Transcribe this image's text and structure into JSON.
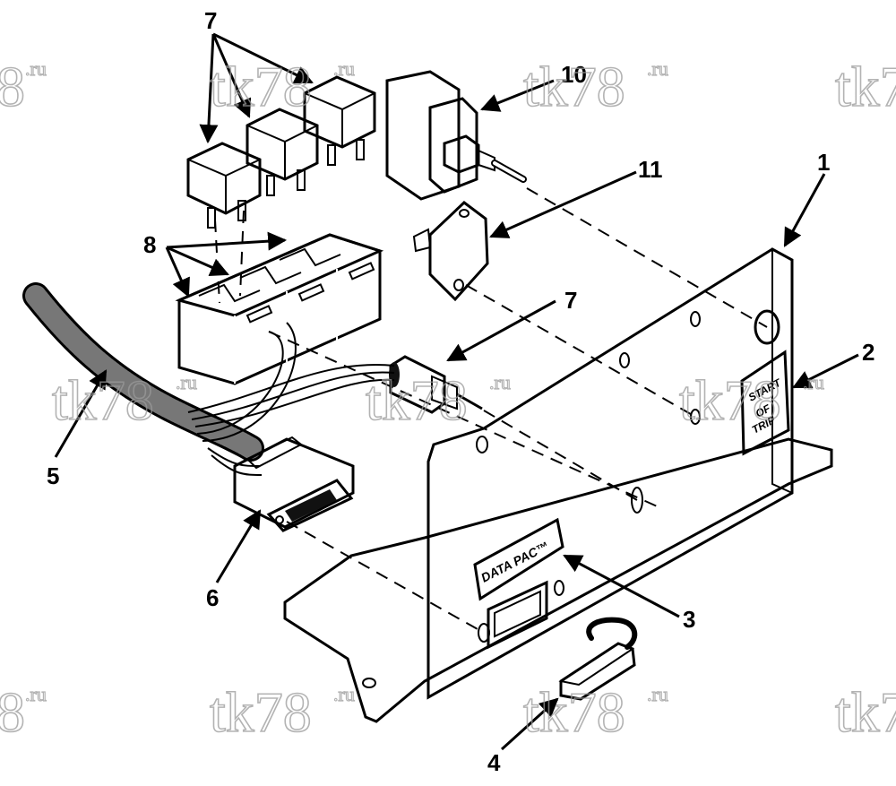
{
  "callouts": {
    "c1": "1",
    "c2": "2",
    "c3": "3",
    "c4": "4",
    "c5": "5",
    "c6": "6",
    "c7a": "7",
    "c7b": "7",
    "c8": "8",
    "c10": "10",
    "c11": "11"
  },
  "labels": {
    "data_pac": "DATA  PAC™",
    "start_line1": "START",
    "start_line2": "OF",
    "start_line3": "TRIP"
  },
  "watermark": {
    "text": "tk78",
    "suffix": ".ru",
    "partial": "8"
  },
  "colors": {
    "ink": "#000000",
    "watermark": "#9a9a9a"
  }
}
